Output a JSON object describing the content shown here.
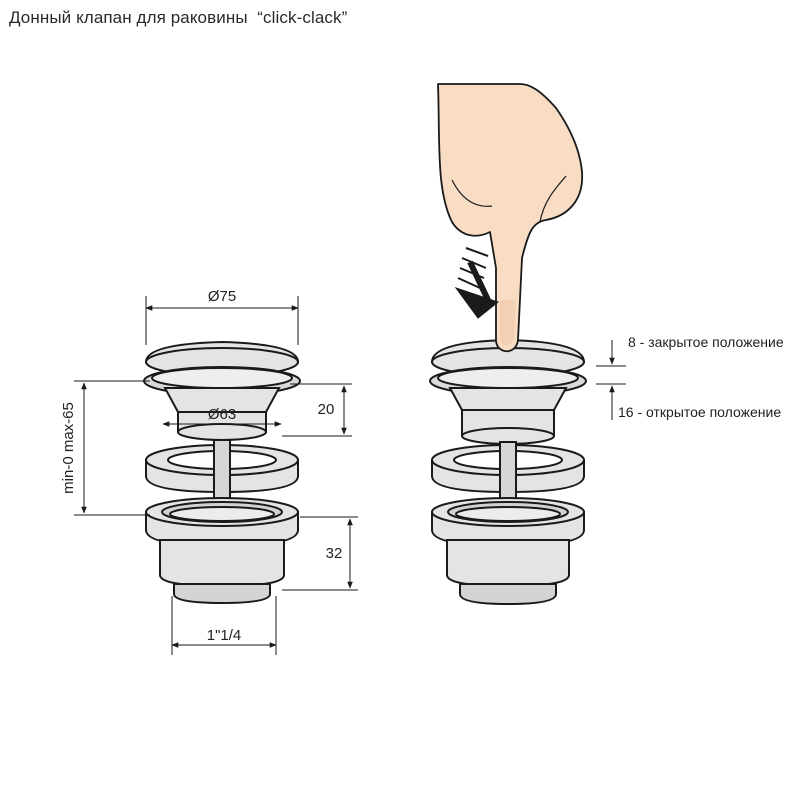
{
  "title": "Донный клапан для раковины  “click-clack”",
  "dimensions": {
    "cap_diameter": "Ø75",
    "body_diameter": "Ø63",
    "body_height": "20",
    "thread_height": "32",
    "thread_size": "1\"1/4",
    "install_range": "min-0 max-65"
  },
  "positions": {
    "closed": "8 - закрытое положение",
    "open": "16 - открытое положение"
  },
  "colors": {
    "part_fill": "#e4e4e4",
    "part_dark": "#cfcfcf",
    "outline": "#1a1a1a",
    "skin": "#f8dcc4",
    "skin_shade": "#eec6a6"
  }
}
